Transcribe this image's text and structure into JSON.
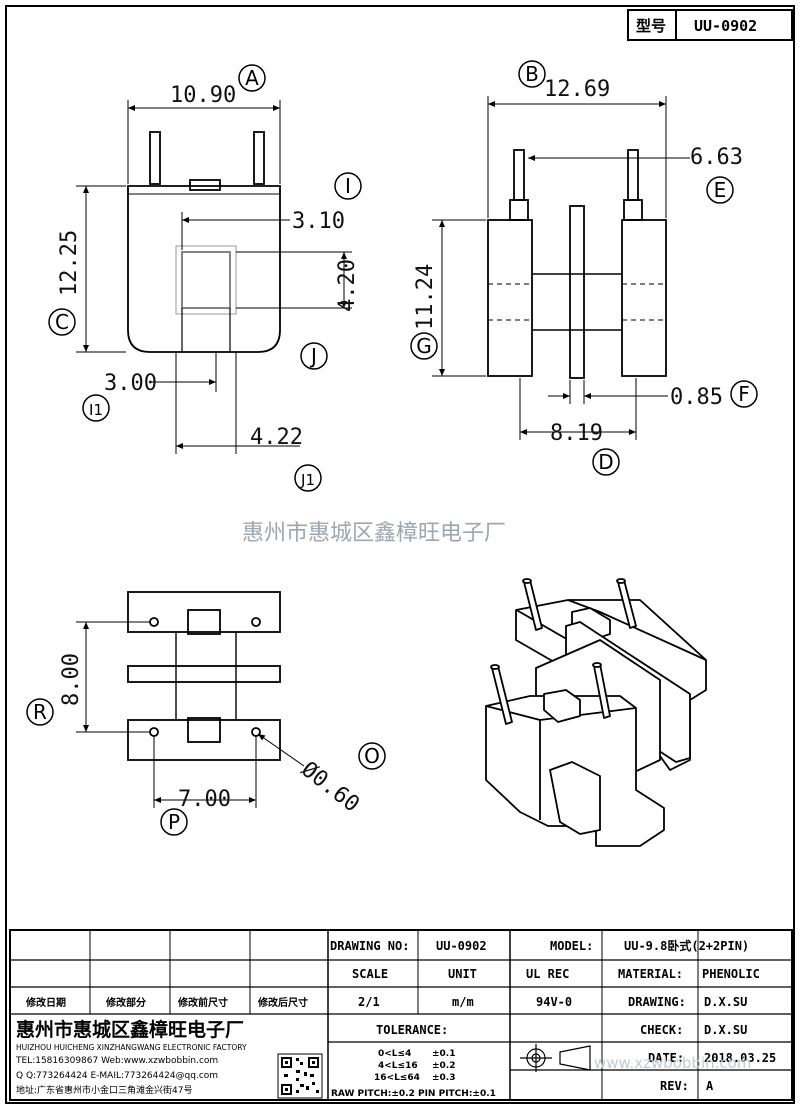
{
  "model_box": {
    "label": "型号",
    "value": "UU-0902"
  },
  "watermark": "惠州市惠城区鑫樟旺电子厂",
  "dimensions": {
    "a_width": "10.90",
    "c_height": "12.25",
    "i_width": "3.10",
    "j_height": "4.20",
    "i1_width": "3.00",
    "j1_width": "4.22",
    "b_width": "12.69",
    "e_width": "6.63",
    "g_height": "11.24",
    "f_width": "0.85",
    "d_width": "8.19",
    "r_height": "8.00",
    "p_width": "7.00",
    "o_dia": "Ø0.60"
  },
  "callouts": {
    "a": "A",
    "b": "B",
    "c": "C",
    "d": "D",
    "e": "E",
    "f": "F",
    "g": "G",
    "i": "I",
    "i1": "I1",
    "j": "J",
    "j1": "J1",
    "o": "O",
    "p": "P",
    "r": "R"
  },
  "title_block": {
    "drawing_no_label": "DRAWING NO:",
    "drawing_no_value": "UU-0902",
    "model_label": "MODEL:",
    "model_value": "UU-9.8卧式(2+2PIN)",
    "scale_label": "SCALE",
    "unit_label": "UNIT",
    "ulrec_label": "UL REC",
    "material_label": "MATERIAL:",
    "material_value": "PHENOLIC",
    "scale_value": "2/1",
    "unit_value": "m/m",
    "ulrec_value": "94V-0",
    "drawing_label": "DRAWING:",
    "drawing_value": "D.X.SU",
    "check_label": "CHECK:",
    "check_value": "D.X.SU",
    "date_label": "DATE:",
    "date_value": "2018.03.25",
    "rev_label": "REV:",
    "rev_value": "A",
    "revision_headers": [
      "修改日期",
      "修改部分",
      "修改前尺寸",
      "修改后尺寸"
    ],
    "tolerance_label": "TOLERANCE:",
    "tolerance_rows": [
      {
        "range": "0<L≤4",
        "tol": "±0.1"
      },
      {
        "range": "4<L≤16",
        "tol": "±0.2"
      },
      {
        "range": "16<L≤64",
        "tol": "±0.3"
      }
    ],
    "pitch_note": "RAW PITCH:±0.2 PIN PITCH:±0.1",
    "company_cn": "惠州市惠城区鑫樟旺电子厂",
    "company_en": "HUIZHOU HUICHENG XINZHANGWANG ELECTRONIC FACTORY",
    "tel_line": "TEL:15816309867 Web:www.xzwbobbin.com",
    "qq_line": "Q Q:773264424 E-MAIL:773264424@qq.com",
    "addr_line": "地址:广东省惠州市小金口三角滩金兴街47号",
    "web_watermark": "www.xzwbobbin.com"
  }
}
